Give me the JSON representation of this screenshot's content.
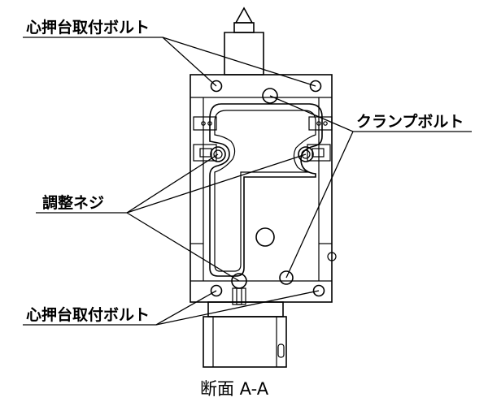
{
  "diagram": {
    "labels": {
      "mount_bolt_top": "心押台取付ボルト",
      "clamp_bolt": "クランプボルト",
      "adjust_screw": "調整ネジ",
      "mount_bolt_bottom": "心押台取付ボルト",
      "section_caption": "断面 A-A"
    }
  }
}
